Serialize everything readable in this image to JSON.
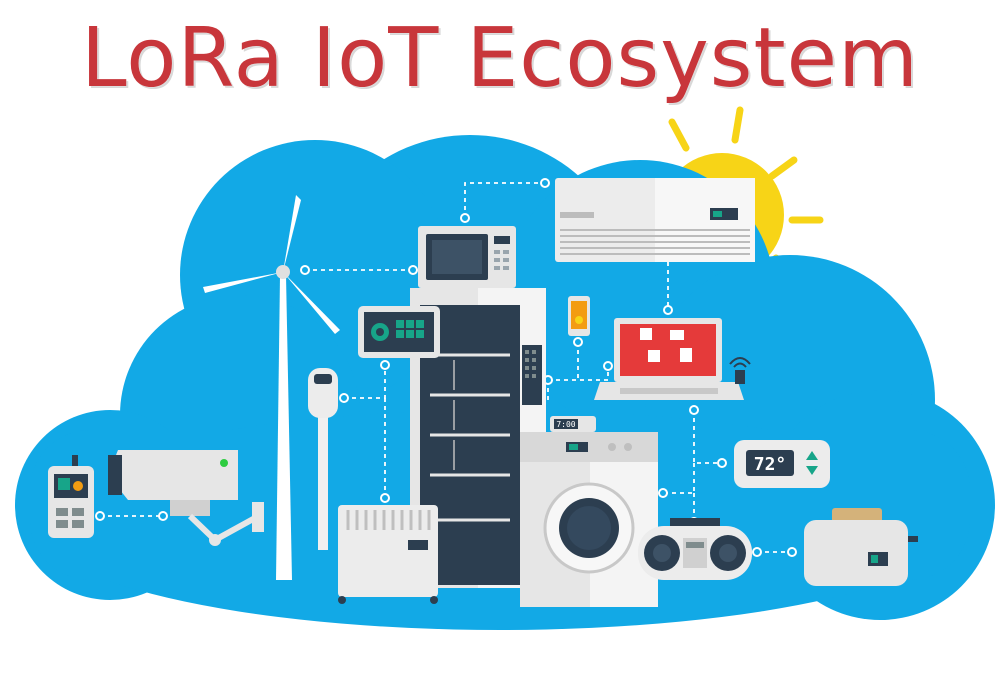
{
  "title": "LoRa  IoT Ecosystem",
  "clock_display": "7:00",
  "thermostat_display": "72°",
  "colors": {
    "title": "#c8363b",
    "cloud": "#12a9e6",
    "sun": "#f7d417",
    "connector": "#ffffff",
    "dark_panel": "#2c3e50",
    "screen_teal": "#17a589",
    "laptop_screen": "#e53a3a",
    "phone_orange": "#f39c12"
  },
  "devices": [
    "walkie-talkie",
    "security-camera",
    "wind-turbine",
    "parking-meter",
    "tablet",
    "space-heater",
    "refrigerator",
    "microwave",
    "air-conditioner",
    "smartphone",
    "laptop",
    "wifi-router",
    "digital-clock",
    "washing-machine",
    "thermostat",
    "boombox",
    "toaster",
    "sun"
  ]
}
